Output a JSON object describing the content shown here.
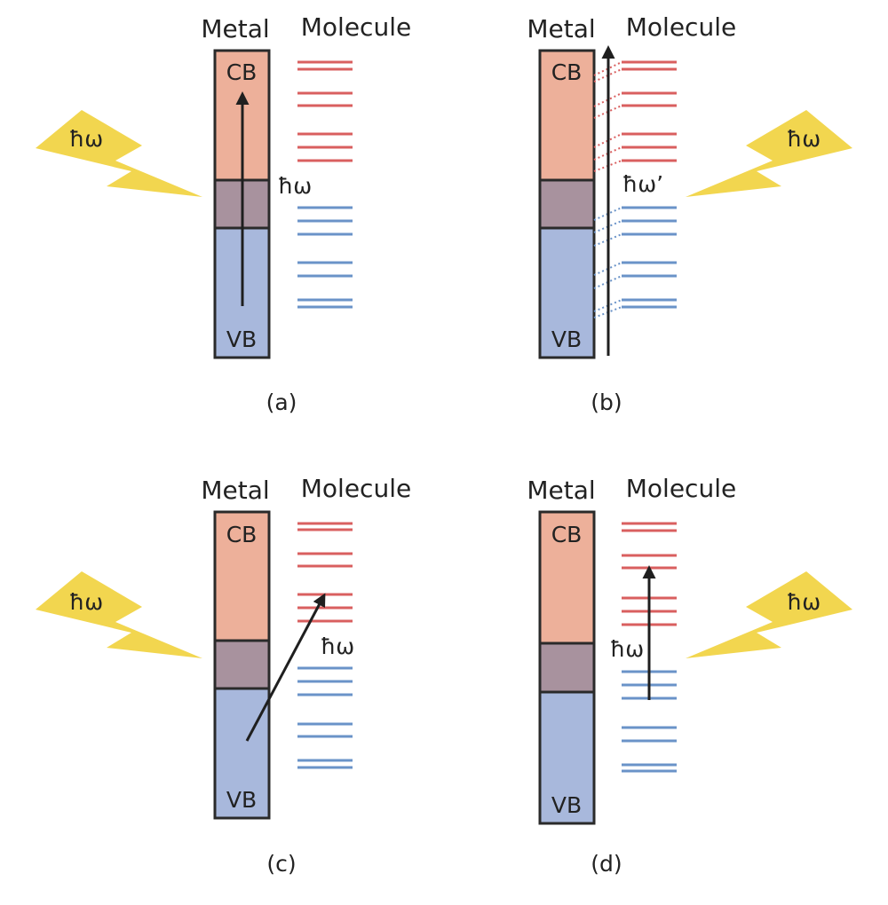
{
  "colors": {
    "cb": "#EDB09A",
    "gap": "#A8929E",
    "vb": "#A8B8DC",
    "border": "#2a2a2a",
    "red_level": "#D95F5F",
    "blue_level": "#6A93C8",
    "bolt_fill": "#F2D64F",
    "arrow": "#1f1f1f"
  },
  "panels": [
    {
      "id": "a",
      "metal_label": "Metal",
      "molecule_label": "Molecule",
      "cb_label": "CB",
      "vb_label": "VB",
      "photon_label": "ħω",
      "transition_label": "ħω",
      "caption": "(a)",
      "bolt_side": "left",
      "transition": "intraband-metal",
      "hybridized": false
    },
    {
      "id": "b",
      "metal_label": "Metal",
      "molecule_label": "Molecule",
      "cb_label": "CB",
      "vb_label": "VB",
      "photon_label": "ħω",
      "transition_label": "ħω’",
      "caption": "(b)",
      "bolt_side": "right",
      "transition": "hybridized-system",
      "hybridized": true
    },
    {
      "id": "c",
      "metal_label": "Metal",
      "molecule_label": "Molecule",
      "cb_label": "CB",
      "vb_label": "VB",
      "photon_label": "ħω",
      "transition_label": "ħω",
      "caption": "(c)",
      "bolt_side": "left",
      "transition": "metal-to-molecule",
      "hybridized": false
    },
    {
      "id": "d",
      "metal_label": "Metal",
      "molecule_label": "Molecule",
      "cb_label": "CB",
      "vb_label": "VB",
      "photon_label": "ħω",
      "transition_label": "ħω",
      "caption": "(d)",
      "bolt_side": "right",
      "transition": "intramolecular",
      "hybridized": false
    }
  ]
}
